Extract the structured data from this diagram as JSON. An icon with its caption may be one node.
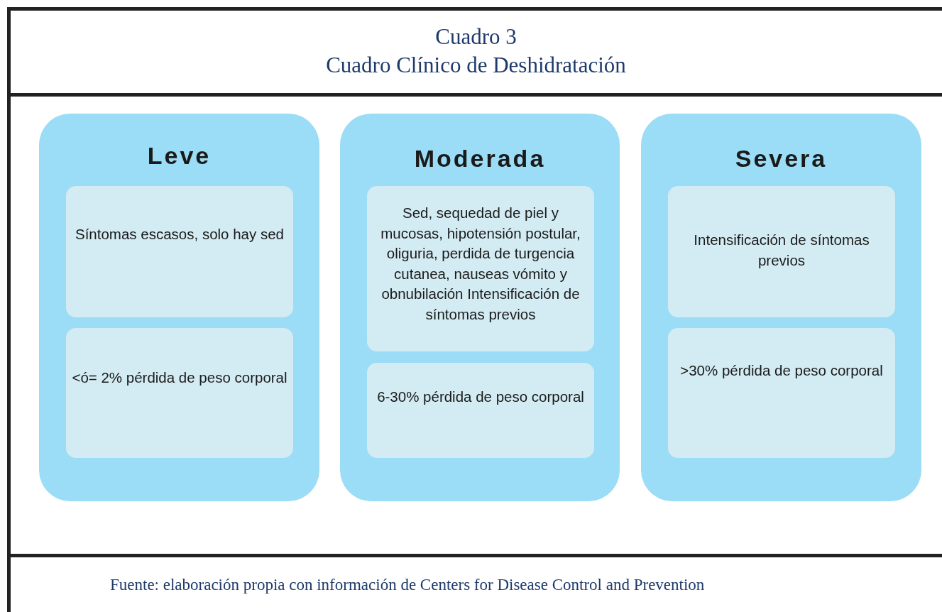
{
  "diagram": {
    "title": "Cuadro Clínico de Deshidratación",
    "caption": "Fuente: elaboración propia con información de Centers for Disease Control and Prevention",
    "labels": [
      "Cuadro 3"
    ],
    "nodes": [
      {
        "text": [
          "Leve"
        ]
      },
      {
        "text": [
          "Síntomas escasos, solo hay sed"
        ],
        "in": 0
      },
      {
        "text": [
          "<ó= 2% pérdida de peso corporal"
        ],
        "in": 0
      },
      {
        "text": [
          "Moderada"
        ]
      },
      {
        "text": [
          "Sed, sequedad de piel y mucosas, hipotensión postular, oliguria, perdida de turgencia cutanea, nauseas vómito y obnubilación Intensificación de síntomas previos"
        ],
        "in": 3
      },
      {
        "text": [
          "6-30% pérdida de peso corporal"
        ],
        "in": 3
      },
      {
        "text": [
          "Severa"
        ]
      },
      {
        "text": [
          "Intensificación de síntomas previos"
        ],
        "in": 6
      },
      {
        "text": [
          ">30% pérdida de peso corporal"
        ],
        "in": 6
      }
    ]
  }
}
